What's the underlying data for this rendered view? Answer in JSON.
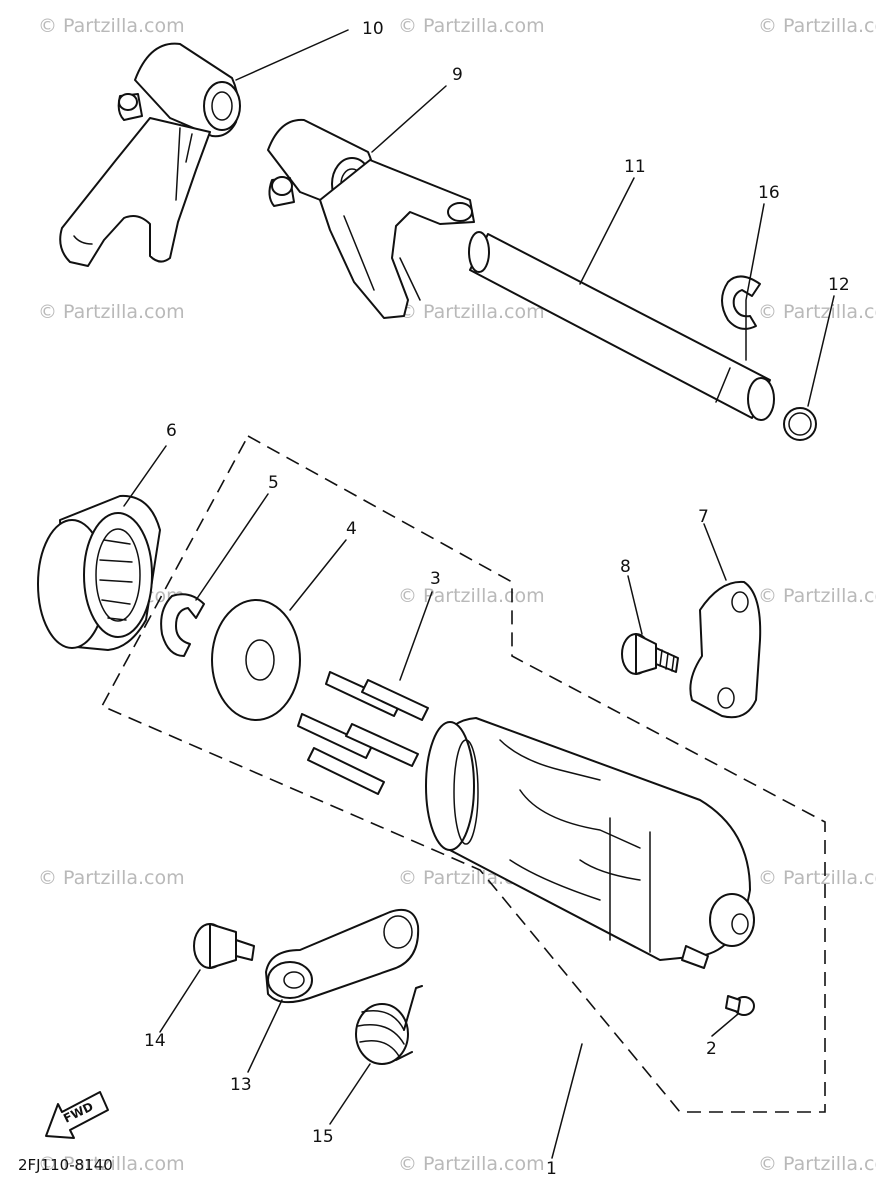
{
  "watermark": {
    "text": "© Partzilla.com"
  },
  "diagram_code": "2FJ110-8140",
  "fwd_label": "FWD",
  "callouts": [
    {
      "id": "1",
      "text": "1"
    },
    {
      "id": "2",
      "text": "2"
    },
    {
      "id": "3",
      "text": "3"
    },
    {
      "id": "4",
      "text": "4"
    },
    {
      "id": "5",
      "text": "5"
    },
    {
      "id": "6",
      "text": "6"
    },
    {
      "id": "7",
      "text": "7"
    },
    {
      "id": "8",
      "text": "8"
    },
    {
      "id": "9",
      "text": "9"
    },
    {
      "id": "10",
      "text": "10"
    },
    {
      "id": "11",
      "text": "11"
    },
    {
      "id": "12",
      "text": "12"
    },
    {
      "id": "13",
      "text": "13"
    },
    {
      "id": "14",
      "text": "14"
    },
    {
      "id": "15",
      "text": "15"
    },
    {
      "id": "16",
      "text": "16"
    }
  ]
}
